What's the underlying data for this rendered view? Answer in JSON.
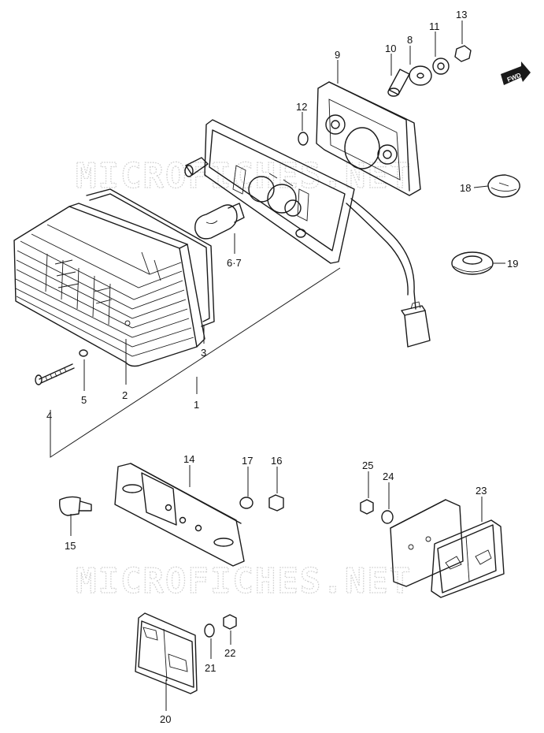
{
  "watermark": "MICROFICHES.NET",
  "fwd_label": "FWD",
  "callouts": [
    {
      "id": "1",
      "label": "1"
    },
    {
      "id": "2",
      "label": "2"
    },
    {
      "id": "3",
      "label": "3"
    },
    {
      "id": "4",
      "label": "4"
    },
    {
      "id": "5",
      "label": "5"
    },
    {
      "id": "6-7",
      "label": "6·7"
    },
    {
      "id": "8",
      "label": "8"
    },
    {
      "id": "9",
      "label": "9"
    },
    {
      "id": "10",
      "label": "10"
    },
    {
      "id": "11",
      "label": "11"
    },
    {
      "id": "12",
      "label": "12"
    },
    {
      "id": "13",
      "label": "13"
    },
    {
      "id": "14",
      "label": "14"
    },
    {
      "id": "15",
      "label": "15"
    },
    {
      "id": "16",
      "label": "16"
    },
    {
      "id": "17",
      "label": "17"
    },
    {
      "id": "18",
      "label": "18"
    },
    {
      "id": "19",
      "label": "19"
    },
    {
      "id": "20",
      "label": "20"
    },
    {
      "id": "21",
      "label": "21"
    },
    {
      "id": "22",
      "label": "22"
    },
    {
      "id": "23",
      "label": "23"
    },
    {
      "id": "24",
      "label": "24"
    },
    {
      "id": "25",
      "label": "25"
    }
  ]
}
